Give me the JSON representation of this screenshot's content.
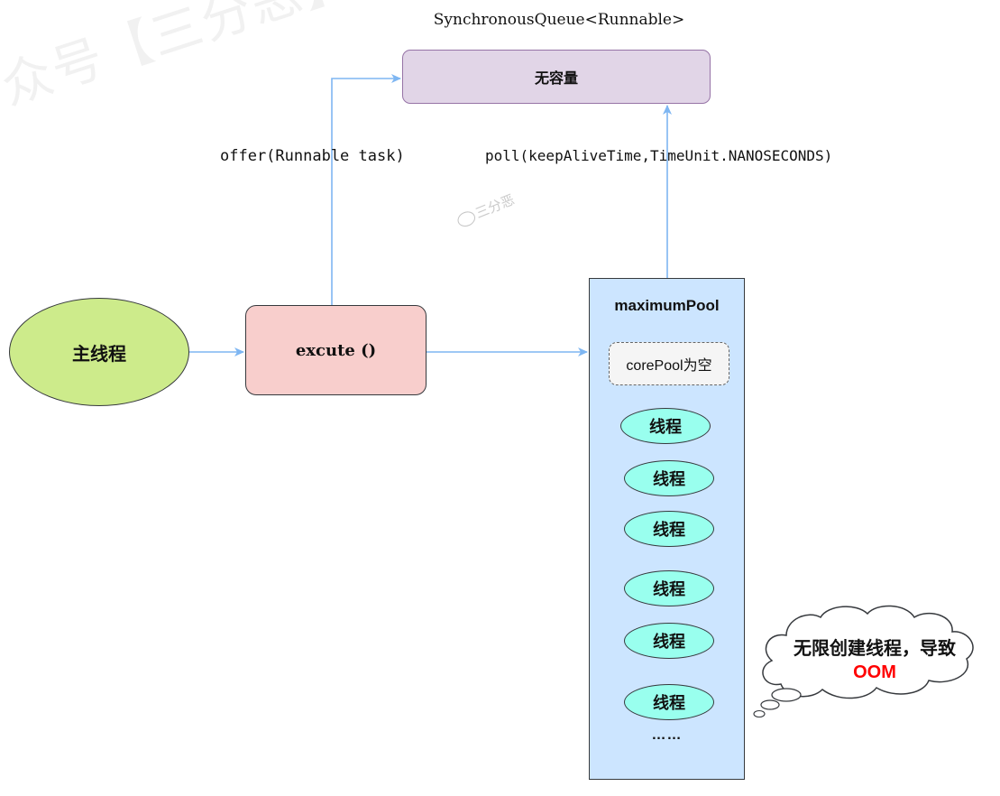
{
  "watermark": {
    "text": "众号【三分恶】出品",
    "small": "三分恶"
  },
  "queue": {
    "title": "SynchronousQueue<Runnable>",
    "label": "无容量"
  },
  "edges": {
    "offer": "offer(Runnable task)",
    "poll": "poll(keepAliveTime,TimeUnit.NANOSECONDS)"
  },
  "main_thread": {
    "label": "主线程"
  },
  "execute": {
    "label": "excute ()"
  },
  "pool": {
    "title": "maximumPool",
    "core_pool": "corePool为空",
    "threads": [
      "线程",
      "线程",
      "线程",
      "线程",
      "线程",
      "线程"
    ],
    "ellipsis": "……"
  },
  "callout": {
    "line1": "无限创建线程，导致",
    "line2": "OOM"
  },
  "colors": {
    "arrow": "#7eb6f2",
    "queue_fill": "#e1d5e7",
    "main_fill": "#cdeb8b",
    "execute_fill": "#f8cecc",
    "pool_fill": "#cce5ff",
    "thread_fill": "#99ffee",
    "oom": "#ff0000"
  }
}
